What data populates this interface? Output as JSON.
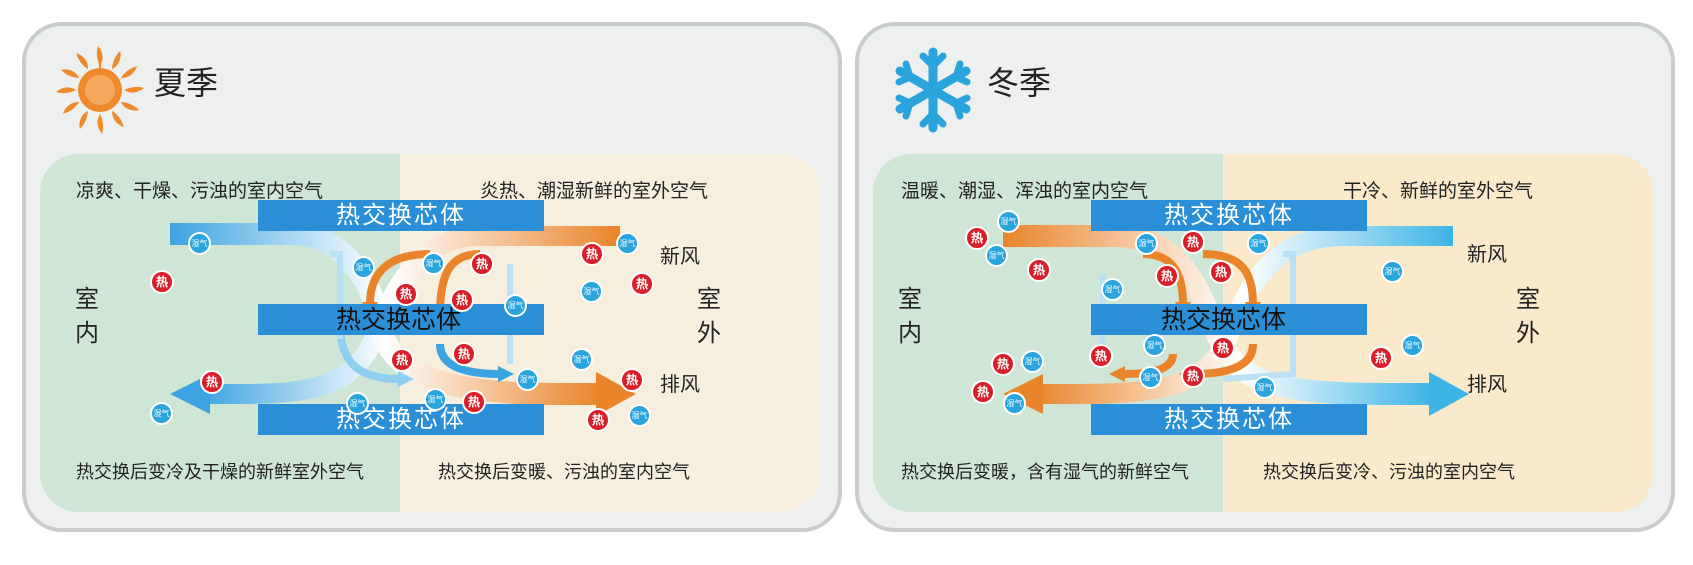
{
  "colors": {
    "indoor_bg": "#cfe6d6",
    "outdoor_summer_bg": "#f7efde",
    "outdoor_winter_bg": "#fbe9cc",
    "core_blue": "#2a8fd6",
    "warm_orange": "#e9842a",
    "cool_blue": "#3cb4e6",
    "heat_red": "#d9202a"
  },
  "summer": {
    "icon": "sun-icon",
    "title": "夏季",
    "indoor_top": "凉爽、干燥、污浊的室内空气",
    "outdoor_top": "炎热、潮湿新鲜的室外空气",
    "indoor_label": "室内",
    "outdoor_label": "室外",
    "core_label": "热交换芯体",
    "fresh_air": "新风",
    "exhaust_air": "排风",
    "indoor_bottom": "热交换后变冷及干燥的新鲜室外空气",
    "outdoor_bottom": "热交换后变暖、污浊的室内空气",
    "heat_badge": "热",
    "moist_badge": "湿气"
  },
  "winter": {
    "icon": "snowflake-icon",
    "title": "冬季",
    "indoor_top": "温暖、潮湿、浑浊的室内空气",
    "outdoor_top": "干冷、新鲜的室外空气",
    "indoor_label": "室内",
    "outdoor_label": "室外",
    "core_label": "热交换芯体",
    "fresh_air": "新风",
    "exhaust_air": "排风",
    "indoor_bottom": "热交换后变暖，含有湿气的新鲜空气",
    "outdoor_bottom": "热交换后变冷、污浊的室内空气",
    "heat_badge": "热",
    "moist_badge": "湿气"
  }
}
